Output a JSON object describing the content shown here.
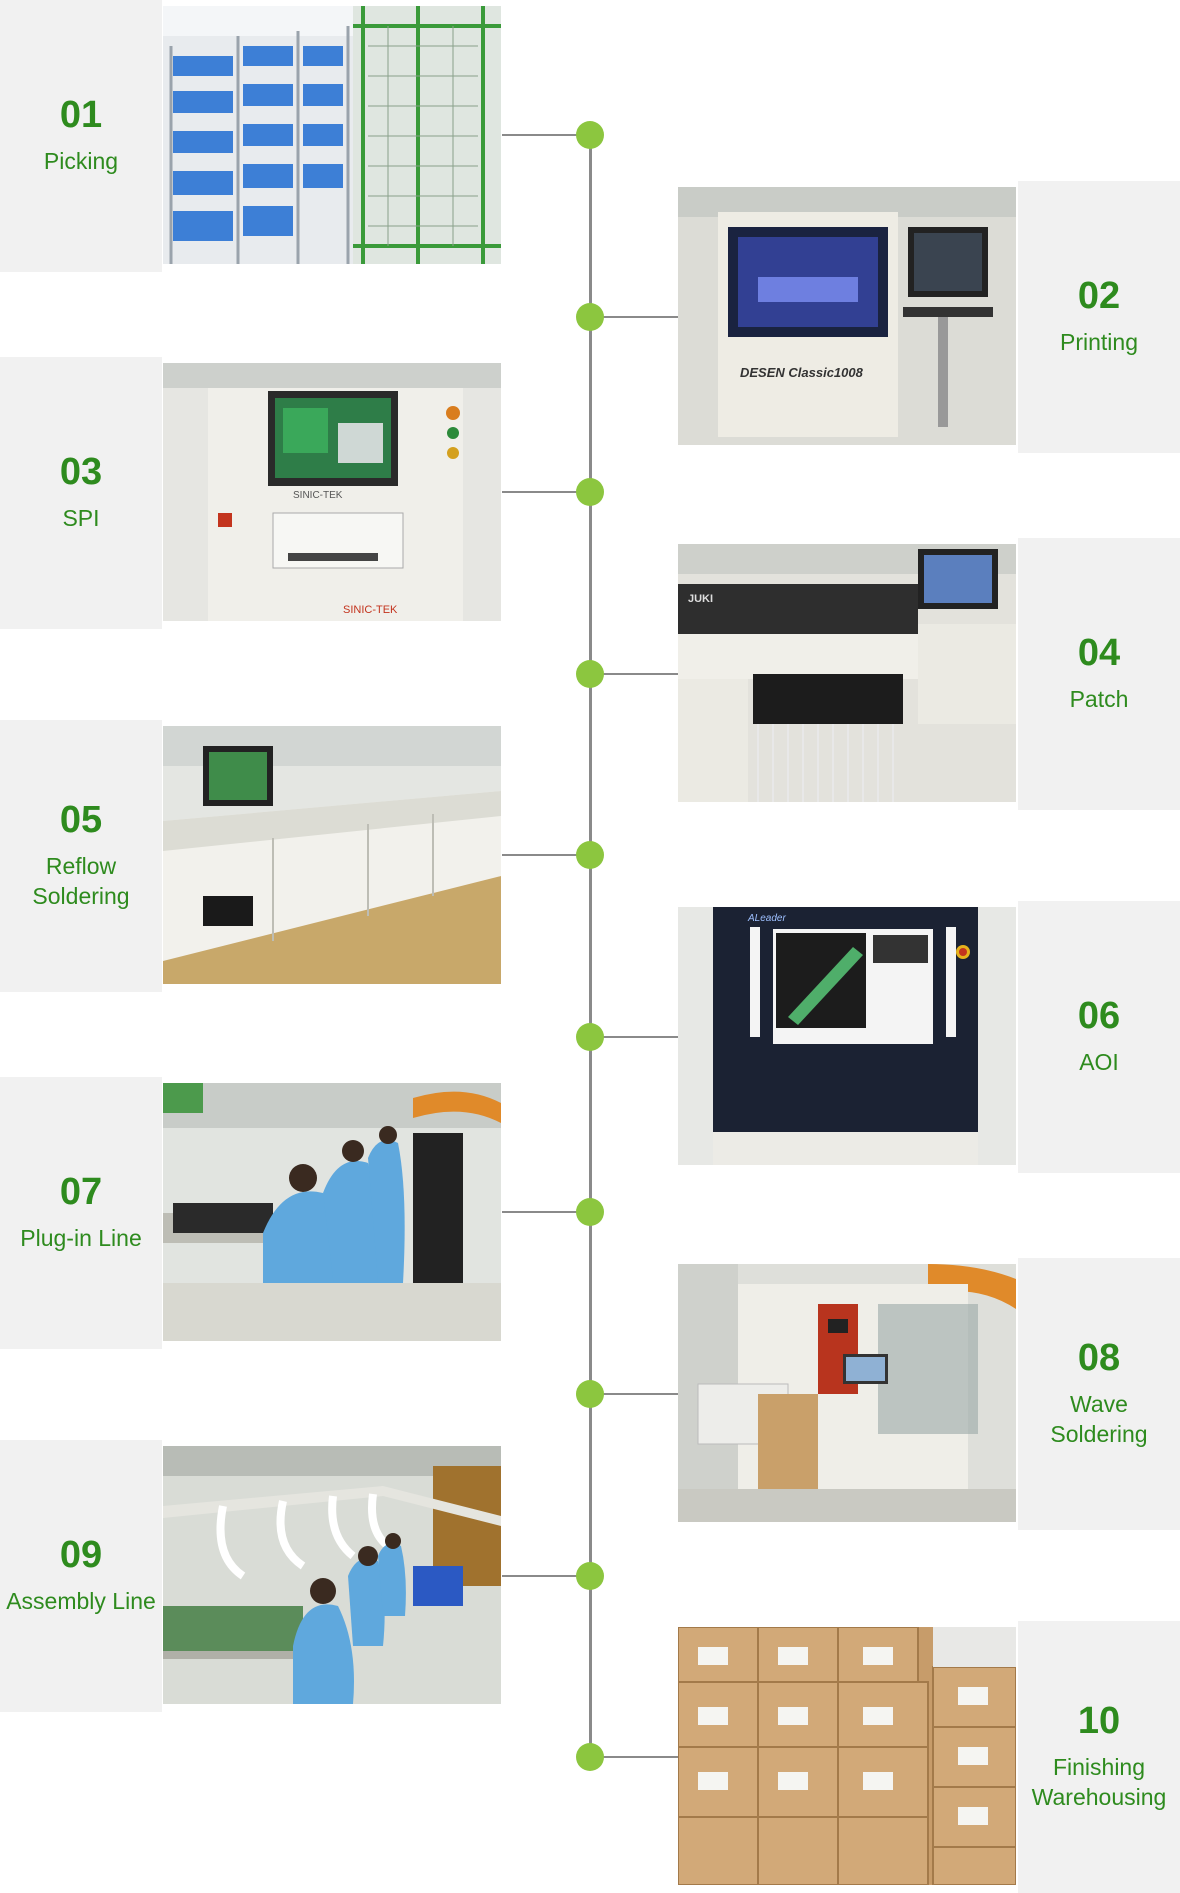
{
  "steps": [
    {
      "number": "01",
      "name": "Picking"
    },
    {
      "number": "02",
      "name": "Printing"
    },
    {
      "number": "03",
      "name": "SPI"
    },
    {
      "number": "04",
      "name": "Patch"
    },
    {
      "number": "05",
      "name": "Reflow\nSoldering"
    },
    {
      "number": "06",
      "name": "AOI"
    },
    {
      "number": "07",
      "name": "Plug-in Line"
    },
    {
      "number": "08",
      "name": "Wave\nSoldering"
    },
    {
      "number": "09",
      "name": "Assembly Line"
    },
    {
      "number": "10",
      "name": "Finishing\nWarehousing"
    }
  ],
  "photos": {
    "picking": {
      "machine_text": ""
    },
    "printing": {
      "machine_text": "DESEN Classic1008"
    },
    "spi": {
      "machine_text": "SINIC-TEK"
    },
    "patch": {
      "machine_text": "JUKI"
    },
    "reflow": {
      "machine_text": ""
    },
    "aoi": {
      "machine_text": "ALeader"
    },
    "plugin": {
      "machine_text": ""
    },
    "wave": {
      "machine_text": ""
    },
    "assembly": {
      "machine_text": ""
    },
    "warehouse": {
      "machine_text": ""
    }
  },
  "colors": {
    "accent_green": "#8cc63f",
    "text_green": "#2e8b1e",
    "line_gray": "#8a8a8a",
    "panel_gray": "#f1f1f1"
  }
}
